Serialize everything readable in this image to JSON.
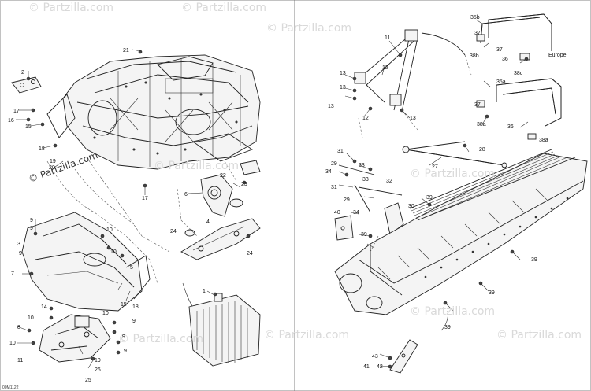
{
  "watermark": {
    "text": "© Partzilla.com",
    "prominent_text": "© Partzilla.com"
  },
  "drawing_code": "00M1122",
  "left_callouts": {
    "c21": "21",
    "c2": "2",
    "c17": "17",
    "c16": "16",
    "c15": "15",
    "c18a": "18",
    "c19a": "19",
    "c20": "20",
    "c22": "22",
    "c6": "6",
    "c23": "23",
    "c17b": "17",
    "c24a": "24",
    "c4": "4",
    "c24b": "24",
    "c9a": "9",
    "c9b": "9",
    "c9c": "9",
    "c10a": "10",
    "c10b": "10",
    "c3": "3",
    "c7": "7",
    "c5": "5",
    "c15b": "15",
    "c18b": "18",
    "c1": "1",
    "c14": "14",
    "c10c": "10",
    "c10d": "10",
    "c9d": "9",
    "c8": "8",
    "c10e": "10",
    "c11": "11",
    "c9e": "9",
    "c9f": "9",
    "c19b": "19",
    "c26": "26",
    "c25": "25"
  },
  "right_callouts": {
    "c11": "11",
    "c12a": "12",
    "c13a": "13",
    "c13b": "13",
    "c13c": "13",
    "c12b": "12",
    "c13d": "13",
    "c35b": "35b",
    "c37a": "37",
    "c38b": "38b",
    "c36a": "36",
    "c37b": "37",
    "c38c": "38c",
    "c35a": "35a",
    "c37c": "37",
    "c38a": "38a",
    "c36b": "36",
    "c38a2": "38a",
    "c28": "28",
    "c27": "27",
    "c31a": "31",
    "c29a": "29",
    "c33a": "33",
    "c34a": "34",
    "c32": "32",
    "c33b": "33",
    "c31b": "31",
    "c29b": "29",
    "c39a": "39",
    "c40": "40",
    "c30": "30",
    "c34b": "34",
    "c39b": "39",
    "c39c": "39",
    "c39d": "39",
    "c39e": "39",
    "c43": "43",
    "c41": "41",
    "c42": "42"
  },
  "region_label": "Europe",
  "icons": {
    "bolt": "bolt-icon",
    "nut": "nut-icon"
  }
}
